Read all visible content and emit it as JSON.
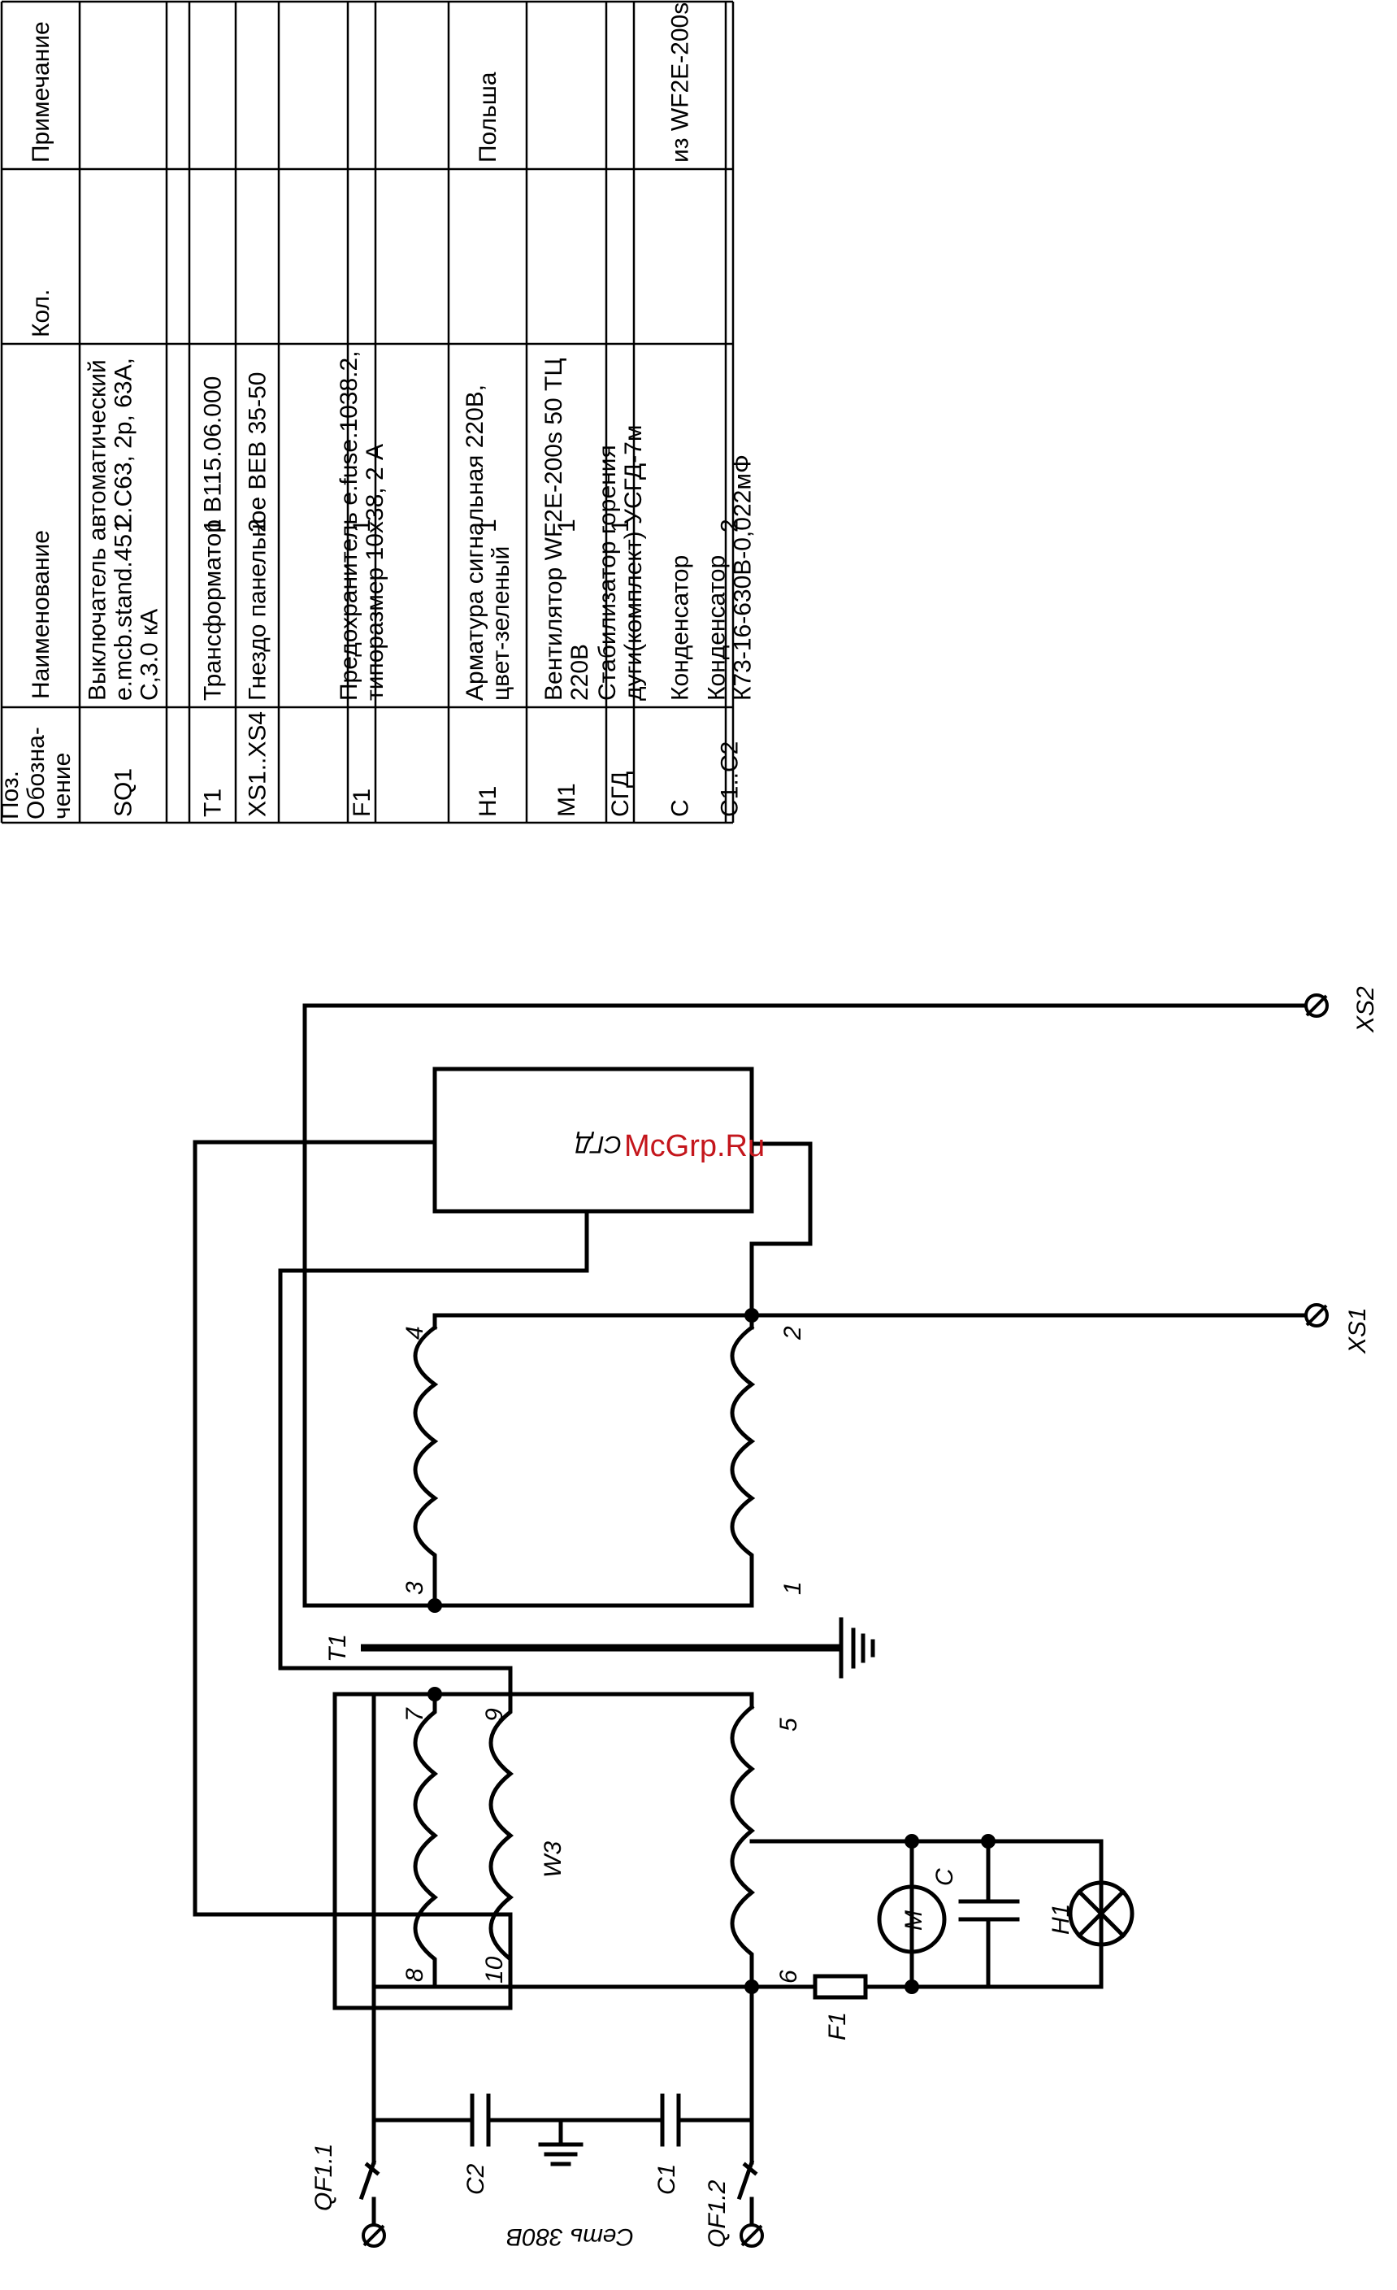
{
  "parts_table": {
    "headers": {
      "pos": [
        "Поз.",
        "Обозна-",
        "чение"
      ],
      "name": "Наименование",
      "qty": "Кол.",
      "note": "Примечание"
    },
    "rows": [
      {
        "pos": "SQ1",
        "name": [
          "Выключатель автоматический",
          "e.mcb.stand.45.2.C63, 2p, 63А,",
          "С,3.0 кА"
        ],
        "qty": "1",
        "note": ""
      },
      {
        "pos": "",
        "name": [
          ""
        ],
        "qty": "",
        "note": ""
      },
      {
        "pos": "T1",
        "name": [
          "Трансформатор В115.06.000"
        ],
        "qty": "1",
        "note": ""
      },
      {
        "pos": "XS1..XS4",
        "name": [
          "Гнездо панельное BEB 35-50"
        ],
        "qty": "2",
        "note": ""
      },
      {
        "pos": "",
        "name": [
          ""
        ],
        "qty": "",
        "note": ""
      },
      {
        "pos": "F1",
        "name": [
          "Предохранитель e.fuse.1038.2,",
          "типоразмер 10х38, 2 А"
        ],
        "qty": "1",
        "note": ""
      },
      {
        "pos": "",
        "name": [
          ""
        ],
        "qty": "",
        "note": ""
      },
      {
        "pos": "H1",
        "name": [
          "Арматура сигнальная 220В,",
          "цвет-зеленый"
        ],
        "qty": "1",
        "note": "Польша"
      },
      {
        "pos": "M1",
        "name": [
          "Вентилятор WF2E-200s 50 ТЦ",
          "220В"
        ],
        "qty": "1",
        "note": ""
      },
      {
        "pos": "СГД",
        "name": [
          "Стабилизатор горения",
          "дуги(комплект) УСГД-7м"
        ],
        "qty": "1",
        "note": ""
      },
      {
        "pos": "C",
        "name": [
          "Конденсатор"
        ],
        "qty": "",
        "note": "из WF2E-200s"
      },
      {
        "pos": "C1..C2",
        "name": [
          "Конденсатор",
          "К73-16-630В-0,022мФ"
        ],
        "qty": "2",
        "note": ""
      }
    ]
  },
  "schematic": {
    "labels": {
      "xs2": "XS2",
      "xs1": "XS1",
      "sgd": "СГД",
      "t1": "T1",
      "w3": "W3",
      "c": "C",
      "m": "M",
      "h1": "H1",
      "f1": "F1",
      "qf11": "QF1.1",
      "qf12": "QF1.2",
      "c1": "C1",
      "c2": "C2",
      "mains": "Сеть 380В"
    },
    "pins": {
      "p1": "1",
      "p2": "2",
      "p3": "3",
      "p4": "4",
      "p5": "5",
      "p6": "6",
      "p7": "7",
      "p8": "8",
      "p9": "9",
      "p10": "10"
    }
  },
  "watermark": "McGrp.Ru"
}
